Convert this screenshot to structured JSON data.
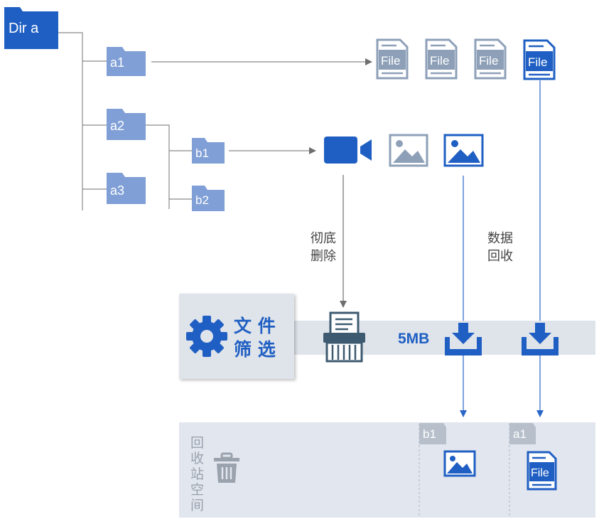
{
  "colors": {
    "dark_blue": "#1f5fc3",
    "light_blue": "#7f9fd6",
    "gray_icon": "#7a8ba4",
    "band": "#dfe3ea",
    "panel": "#e2e6ee",
    "line": "#8a8a8a",
    "text_dark": "#444444",
    "text_gray": "#9aa2ae"
  },
  "tree": {
    "root": "Dir a",
    "a1": "a1",
    "a2": "a2",
    "a3": "a3",
    "b1": "b1",
    "b2": "b2"
  },
  "files": {
    "label": "File"
  },
  "annotations": {
    "delete_line1": "彻底",
    "delete_line2": "删除",
    "recover_line1": "数据",
    "recover_line2": "回收"
  },
  "filter": {
    "line1": "文 件",
    "line2": "筛 选",
    "size": "5MB"
  },
  "recycle": {
    "title_chars": [
      "回",
      "收",
      "站",
      "空",
      "间"
    ],
    "slot_b1": "b1",
    "slot_a1": "a1",
    "file_label": "File"
  },
  "icons": [
    "folder-icon",
    "file-icon",
    "video-icon",
    "image-icon",
    "shredder-icon",
    "download-icon",
    "gear-icon",
    "trash-icon"
  ]
}
